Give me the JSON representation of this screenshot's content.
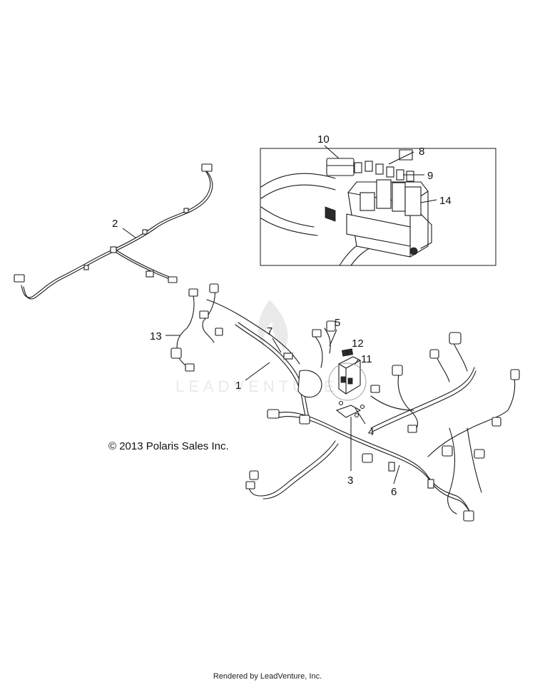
{
  "diagram": {
    "callouts": [
      {
        "id": "c1",
        "text": "1"
      },
      {
        "id": "c2",
        "text": "2"
      },
      {
        "id": "c3",
        "text": "3"
      },
      {
        "id": "c4",
        "text": "4"
      },
      {
        "id": "c5",
        "text": "5"
      },
      {
        "id": "c6",
        "text": "6"
      },
      {
        "id": "c7",
        "text": "7"
      },
      {
        "id": "c8",
        "text": "8"
      },
      {
        "id": "c9",
        "text": "9"
      },
      {
        "id": "c10",
        "text": "10"
      },
      {
        "id": "c11",
        "text": "11"
      },
      {
        "id": "c12",
        "text": "12"
      },
      {
        "id": "c13",
        "text": "13"
      },
      {
        "id": "c14",
        "text": "14"
      }
    ],
    "watermark": "LEADVENTURE",
    "copyright": "© 2013 Polaris Sales Inc.",
    "footer": "Rendered by LeadVenture, Inc."
  }
}
